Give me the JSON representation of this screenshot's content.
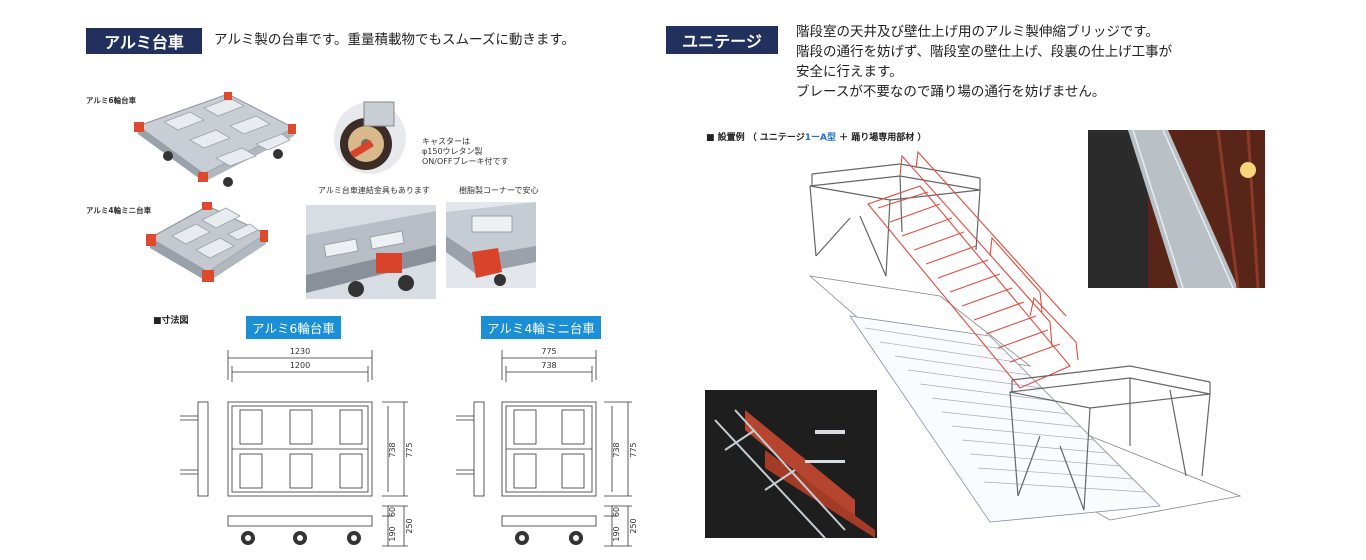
{
  "left": {
    "badge": "アルミ台車",
    "description": "アルミ製の台車です。重量積載物でもスムーズに動きます。",
    "label_6wheel": "アルミ6輪台車",
    "label_4wheel": "アルミ4輪ミニ台車",
    "caster_note": [
      "キャスターは",
      "φ150ウレタン製",
      "ON/OFFブレーキ付です"
    ],
    "connector_note": "アルミ台車連結金具もあります",
    "resin_note": "樹脂製コーナーで安心",
    "dimension_title": "■寸法図",
    "drawing_6": {
      "title": "アルミ6輪台車",
      "w_outer": "1230",
      "w_inner": "1200",
      "d_inner": "738",
      "d_outer": "775",
      "h_low": "190",
      "h_top": "60",
      "h_total": "250"
    },
    "drawing_4": {
      "title": "アルミ4輪ミニ台車",
      "w_outer": "775",
      "w_inner": "738",
      "d_inner": "738",
      "d_outer": "775",
      "h_low": "190",
      "h_top": "60",
      "h_total": "250"
    }
  },
  "right": {
    "badge": "ユニテージ",
    "description_lines": [
      "階段室の天井及び壁仕上げ用のアルミ製伸縮ブリッジです。",
      "階段の通行を妨げず、階段室の壁仕上げ、段裏の仕上げ工事が",
      "安全に行えます。",
      "ブレースが不要なので踊り場の通行を妨げません。"
    ],
    "example_prefix": "■ 設置例 （ ユニテージ",
    "example_highlight": "1ーA型",
    "example_suffix": " ＋ 踊り場専用部材 ）"
  },
  "colors": {
    "badge_bg": "#22305d",
    "label_blue": "#1b8fd6",
    "frame_red": "#e34b3c",
    "highlight_blue": "#1b6fd6"
  }
}
